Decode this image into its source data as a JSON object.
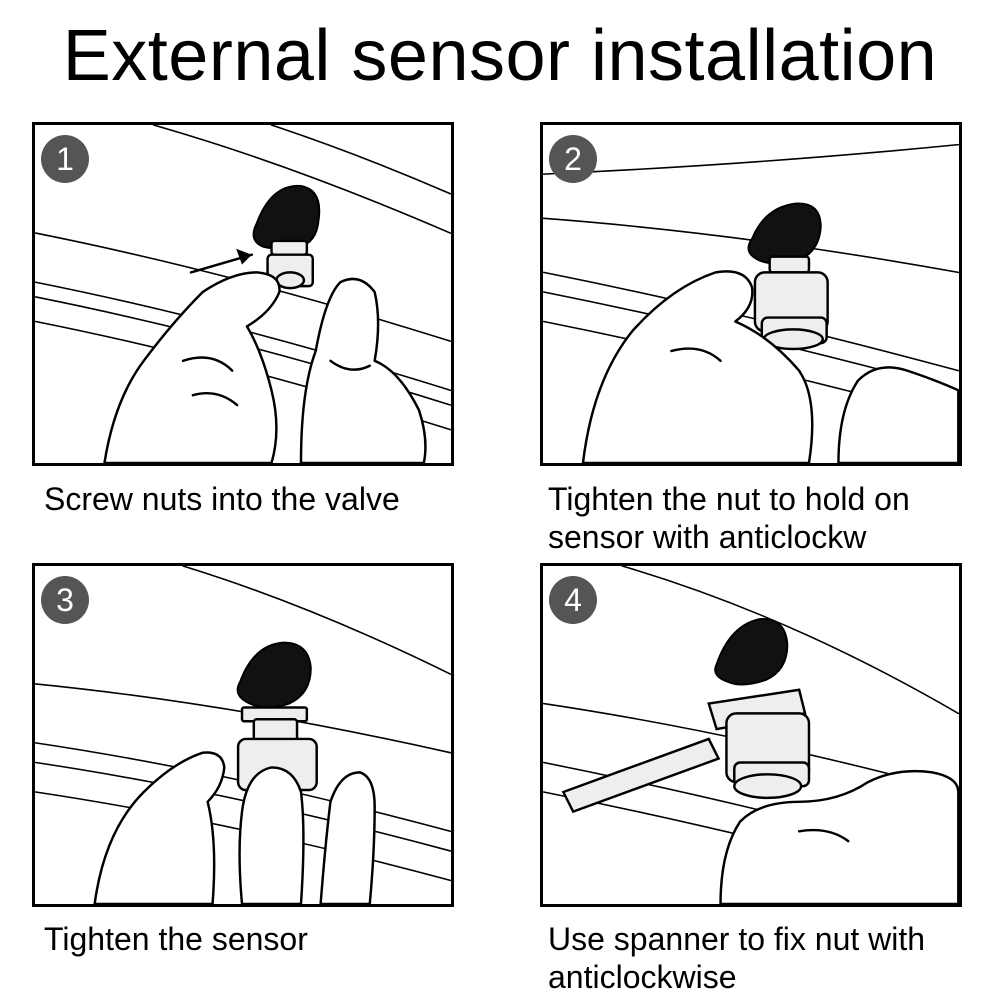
{
  "title": "External sensor installation",
  "steps": [
    {
      "number": "1",
      "caption_lines": [
        "Screw nuts into the valve"
      ]
    },
    {
      "number": "2",
      "caption_lines": [
        "Tighten the nut to hold on",
        "sensor with anticlockw"
      ]
    },
    {
      "number": "3",
      "caption_lines": [
        "Tighten the sensor"
      ]
    },
    {
      "number": "4",
      "caption_lines": [
        "Use spanner to fix nut with",
        "anticlockwise"
      ]
    }
  ],
  "colors": {
    "badge": "#555555",
    "text": "#000000",
    "background": "#ffffff"
  }
}
